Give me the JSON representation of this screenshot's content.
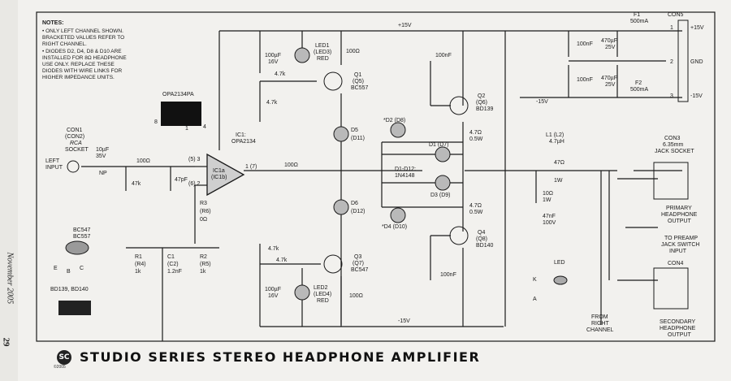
{
  "sidebar": {
    "date": "November 2005",
    "page": "29"
  },
  "footer": {
    "logo": "SC",
    "copyright": "©2005",
    "title": "STUDIO SERIES STEREO HEADPHONE AMPLIFIER"
  },
  "notes": {
    "title": "NOTES:",
    "lines": [
      "• ONLY LEFT CHANNEL SHOWN.",
      "BRACKETED VALUES REFER TO",
      "RIGHT CHANNEL.",
      "• DIODES D2, D4, D8 & D10 ARE",
      "INSTALLED FOR 8Ω HEADPHONE",
      "USE ONLY. REPLACE THESE",
      "DIODES WITH WIRE LINKS FOR",
      "HIGHER IMPEDANCE UNITS."
    ]
  },
  "rails": {
    "pos": "+15V",
    "neg": "-15V"
  },
  "ic": {
    "package": "OPA2134PA",
    "pin8": "8",
    "pin4": "4",
    "pin1": "1",
    "ref": "IC1:",
    "type": "OPA2134",
    "unit1": "IC1a",
    "unit2": "(IC1b)",
    "pin_in": "(5) 3",
    "pin_fb": "(6) 2",
    "pin_out": "1 (7)"
  },
  "con1": {
    "ref": "CON1",
    "ref2": "(CON2)",
    "type1": "RCA",
    "type2": "SOCKET"
  },
  "left_input": [
    "LEFT",
    "INPUT"
  ],
  "c_in": {
    "value": "10µF",
    "volt": "35V",
    "np": "NP"
  },
  "r_in": "100Ω",
  "r_47k": "47k",
  "c_47pf": "47pF",
  "r3": {
    "ref": "R3",
    "ref2": "(R6)",
    "value": "0Ω"
  },
  "r1": {
    "ref": "R1",
    "ref2": "(R4)",
    "value": "1k"
  },
  "c1": {
    "ref": "C1",
    "ref2": "(C2)",
    "value": "1.2nF"
  },
  "r2": {
    "ref": "R2",
    "ref2": "(R5)",
    "value": "1k"
  },
  "r_out": "100Ω",
  "c_top": {
    "value": "100µF",
    "volt": "16V"
  },
  "r_top1": "4.7k",
  "r_top2": "4.7k",
  "led1": {
    "ref": "LED1",
    "ref2": "(LED3)",
    "color": "RED"
  },
  "r_top3": "100Ω",
  "q1": {
    "ref": "Q1",
    "ref2": "(Q5)",
    "type": "BC557"
  },
  "q2": {
    "ref": "Q2",
    "ref2": "(Q6)",
    "type": "BD139"
  },
  "q3": {
    "ref": "Q3",
    "ref2": "(Q7)",
    "type": "BC547"
  },
  "q4": {
    "ref": "Q4",
    "ref2": "(Q8)",
    "type": "BD140"
  },
  "d5": {
    "ref": "D5",
    "ref2": "(D11)"
  },
  "d6": {
    "ref": "D6",
    "ref2": "(D12)"
  },
  "d2": "*D2 (D8)",
  "d4": "*D4 (D10)",
  "d1": "D1 (D7)",
  "d3": "D3 (D9)",
  "d_all": {
    "ref": "D1-D12:",
    "type": "1N4148"
  },
  "c_100nf": "100nF",
  "r_e1": {
    "value": "4.7Ω",
    "power": "0.5W"
  },
  "r_e2": {
    "value": "4.7Ω",
    "power": "0.5W"
  },
  "r_bot1": "4.7k",
  "r_bot2": "4.7k",
  "c_bot": {
    "value": "100µF",
    "volt": "16V"
  },
  "led2": {
    "ref": "LED2",
    "ref2": "(LED4)",
    "color": "RED"
  },
  "r_bot3": "100Ω",
  "l1": {
    "ref": "L1 (L2)",
    "value": "4.7µH"
  },
  "r_l": {
    "value": "47Ω",
    "power": "1W"
  },
  "zobel_r": {
    "value": "10Ω",
    "power": "1W"
  },
  "zobel_c": {
    "value": "47nF",
    "volt": "100V"
  },
  "psu": {
    "c1": "100nF",
    "c2": "470µF",
    "c2v": "25V",
    "c3": "100nF",
    "c4": "470µF",
    "c4v": "25V",
    "f1": "F1",
    "f1v": "500mA",
    "f2": "F2",
    "f2v": "500mA"
  },
  "con5": {
    "ref": "CON5",
    "p1": "1",
    "p2": "2",
    "p3": "3",
    "l1": "+15V",
    "l2": "GND",
    "l3": "-15V"
  },
  "con3": {
    "ref": "CON3",
    "type1": "6.35mm",
    "type2": "JACK SOCKET",
    "out1": "PRIMARY",
    "out2": "HEADPHONE",
    "out3": "OUTPUT"
  },
  "preamp": [
    "TO PREAMP",
    "JACK SWITCH",
    "INPUT"
  ],
  "con4": {
    "ref": "CON4",
    "out1": "SECONDARY",
    "out2": "HEADPHONE",
    "out3": "OUTPUT"
  },
  "from_right": [
    "FROM",
    "RIGHT",
    "CHANNEL"
  ],
  "pinouts": {
    "small1": "BC547",
    "small2": "BC557",
    "big": "BD139, BD140",
    "led": "LED",
    "b": "B",
    "e": "E",
    "c": "C",
    "k": "K",
    "a": "A"
  },
  "colors": {
    "ink": "#1a1a1a",
    "paper": "#f2f1ee",
    "diode": "#b9b9b9"
  }
}
